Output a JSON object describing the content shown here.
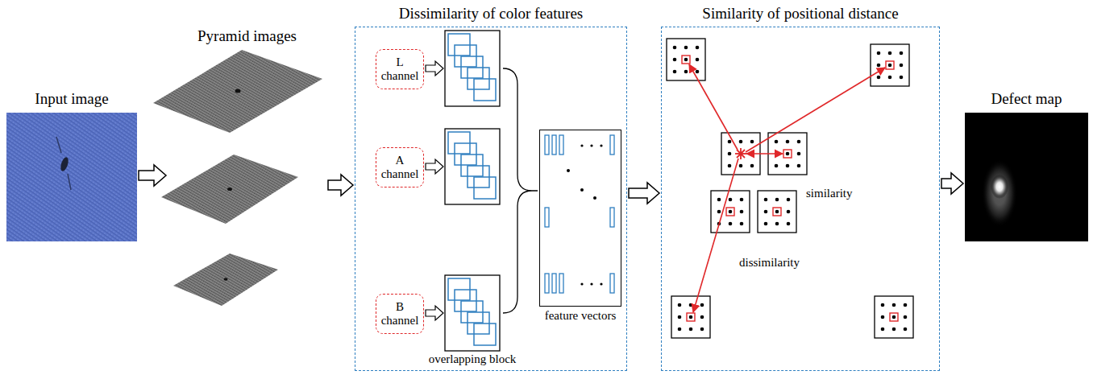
{
  "diagram": {
    "nodes": [
      {
        "text": [
          "Input image"
        ]
      },
      {
        "text": [
          "Pyramid images"
        ]
      },
      {
        "text": [
          "Dissimilarity of color features"
        ]
      },
      {
        "text": [
          "L channel"
        ],
        "in": 2
      },
      {
        "text": [
          "A channel"
        ],
        "in": 2
      },
      {
        "text": [
          "B channel"
        ],
        "in": 2
      },
      {
        "text": [
          "feature vectors"
        ],
        "in": 2
      },
      {
        "text": [
          "Similarity of positional distance"
        ]
      },
      {
        "text": [
          "Defect map"
        ]
      }
    ],
    "edges": [
      {
        "from": 0,
        "to": 1,
        "arrow": "to"
      },
      {
        "from": 1,
        "to": 2,
        "arrow": "to"
      },
      {
        "from": 2,
        "to": 7,
        "arrow": "to"
      },
      {
        "from": 7,
        "to": 8,
        "arrow": "to"
      }
    ],
    "labels": [
      "overlapping block",
      "similarity",
      "dissimilarity"
    ]
  }
}
